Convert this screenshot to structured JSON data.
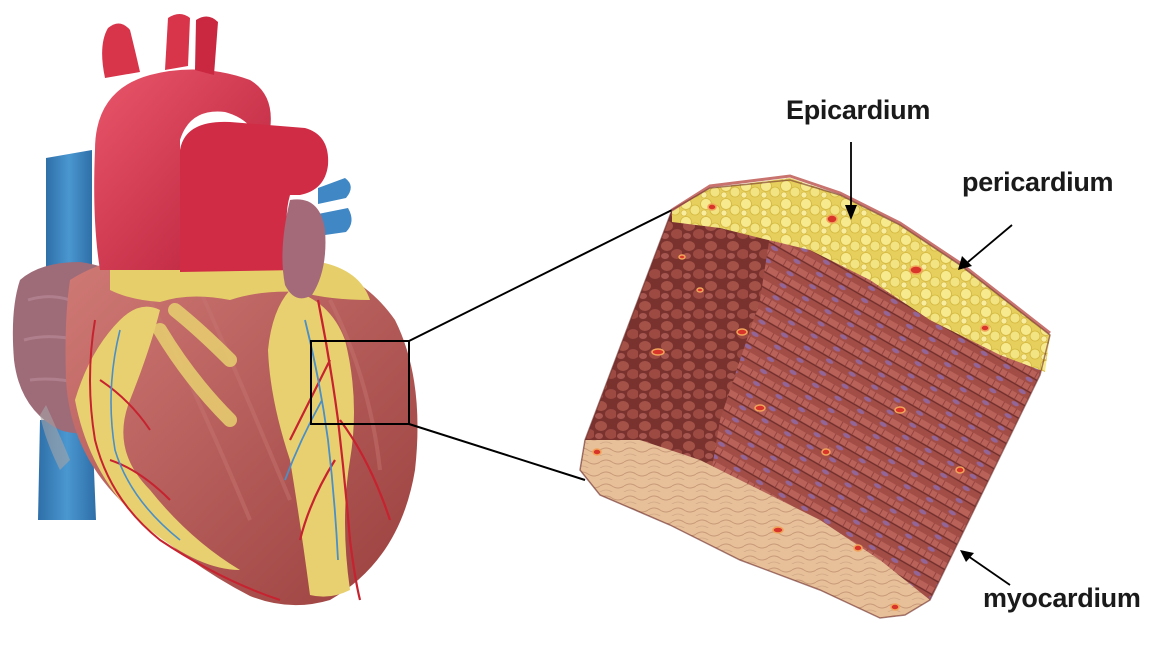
{
  "labels": {
    "epicardium": "Epicardium",
    "pericardium": "pericardium",
    "myocardium": "myocardium"
  },
  "colors": {
    "aorta": "#d8344a",
    "vena_cava": "#3f88c5",
    "fat": "#e8d070",
    "muscle": "#b5504e",
    "atrium": "#9e6b78",
    "epicardial_fat": "#f2e27a",
    "myocardium_tissue": "#9c4a44",
    "endocardium": "#ecc9a6"
  }
}
